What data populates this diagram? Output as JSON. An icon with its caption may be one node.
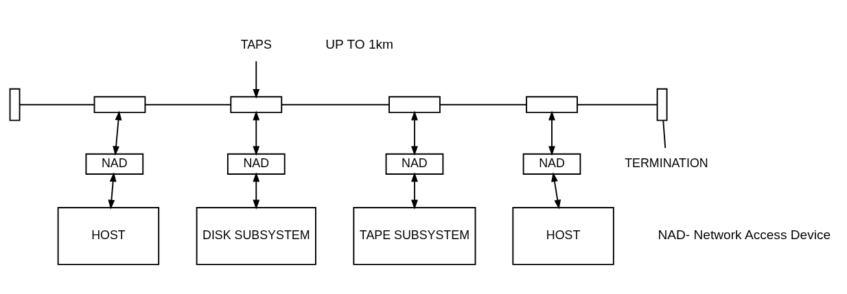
{
  "diagram": {
    "nodes": [
      {
        "text": [],
        "shape": "bar"
      },
      {
        "text": [],
        "shape": "box"
      },
      {
        "text": [],
        "shape": "box"
      },
      {
        "text": [],
        "shape": "box"
      },
      {
        "text": [],
        "shape": "box"
      },
      {
        "text": [],
        "shape": "bar"
      },
      {
        "text": [
          "NAD"
        ]
      },
      {
        "text": [
          "NAD"
        ]
      },
      {
        "text": [
          "NAD"
        ]
      },
      {
        "text": [
          "NAD"
        ]
      },
      {
        "text": [
          "HOST"
        ]
      },
      {
        "text": [
          "DISK SUBSYSTEM"
        ]
      },
      {
        "text": [
          "TAPE SUBSYSTEM"
        ]
      },
      {
        "text": [
          "HOST"
        ]
      },
      {
        "text": [
          "TAPS"
        ]
      },
      {
        "text": [
          "TERMINATION"
        ]
      }
    ],
    "edges": [
      {
        "from": 0,
        "to": 1,
        "arrow": "none"
      },
      {
        "from": 1,
        "to": 2,
        "arrow": "none"
      },
      {
        "from": 2,
        "to": 3,
        "arrow": "none"
      },
      {
        "from": 3,
        "to": 4,
        "arrow": "none"
      },
      {
        "from": 4,
        "to": 5,
        "arrow": "none"
      },
      {
        "from": 1,
        "to": 6,
        "arrow": "both"
      },
      {
        "from": 2,
        "to": 7,
        "arrow": "both"
      },
      {
        "from": 3,
        "to": 8,
        "arrow": "both"
      },
      {
        "from": 4,
        "to": 9,
        "arrow": "both"
      },
      {
        "from": 6,
        "to": 10,
        "arrow": "both"
      },
      {
        "from": 7,
        "to": 11,
        "arrow": "both"
      },
      {
        "from": 8,
        "to": 12,
        "arrow": "both"
      },
      {
        "from": 9,
        "to": 13,
        "arrow": "both"
      },
      {
        "from": 14,
        "to": 2,
        "arrow": "to"
      },
      {
        "from": 15,
        "to": 5,
        "arrow": "none"
      }
    ],
    "labels": [
      "UP TO 1km",
      "NAD- Network Access Device"
    ]
  }
}
